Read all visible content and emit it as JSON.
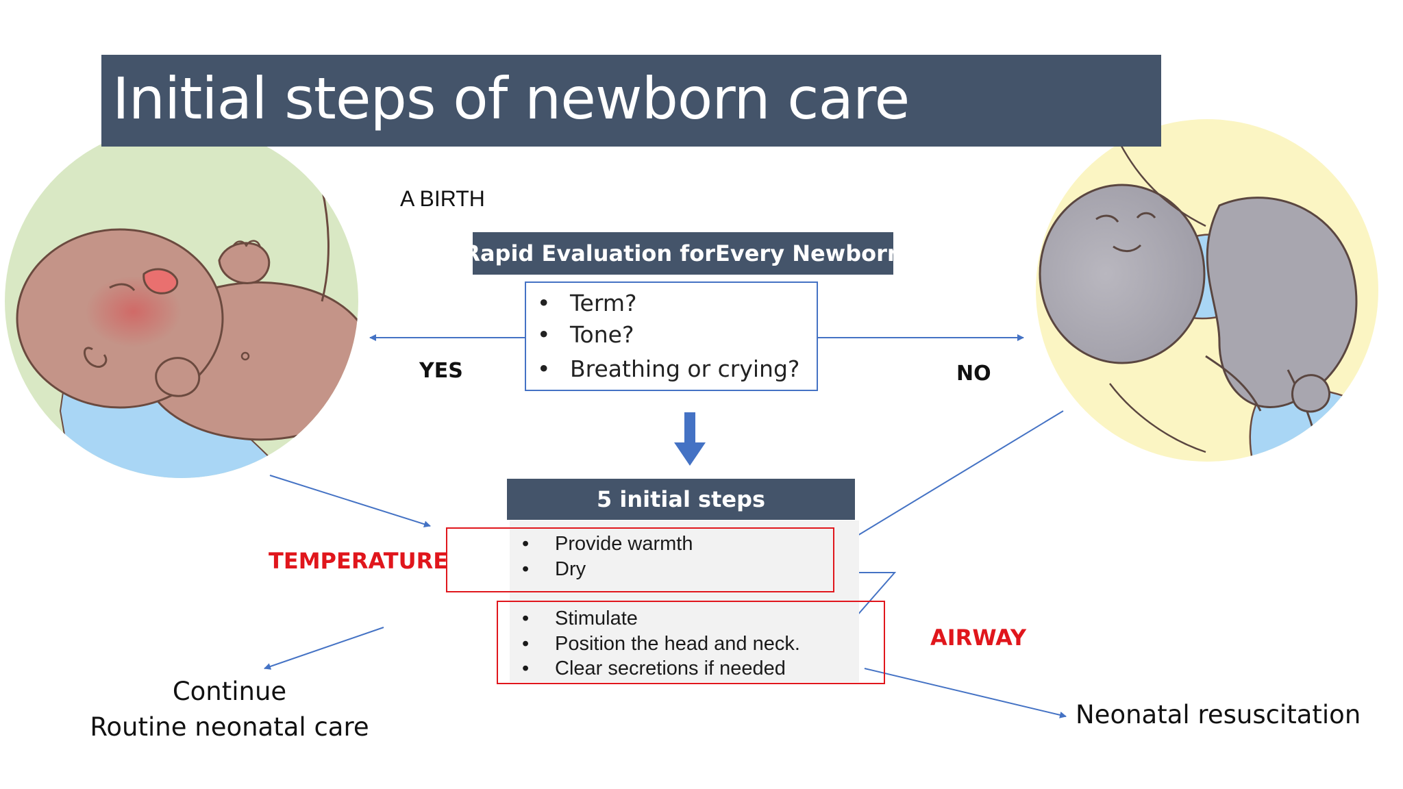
{
  "title": "Initial steps of newborn care",
  "birth_label": "A BIRTH",
  "evaluation": {
    "header": "Rapid Evaluation forEvery Newborn",
    "items": [
      "Term?",
      "Tone?",
      "Breathing or crying?"
    ]
  },
  "bullet": "•",
  "yes_label": "YES",
  "no_label": "NO",
  "steps": {
    "header": "5 initial steps",
    "temperature_items": [
      "Provide warmth",
      "Dry"
    ],
    "airway_items": [
      "Stimulate",
      "Position the head and neck.",
      "Clear secretions if needed"
    ]
  },
  "temperature_label": "TEMPERATURE",
  "airway_label": "AIRWAY",
  "outcomes": {
    "continue_line1": "Continue",
    "continue_line2": "Routine neonatal care",
    "resuscitation": "Neonatal resuscitation"
  },
  "colors": {
    "header_bg": "#44546a",
    "accent_red": "#e0161c",
    "arrow_blue": "#4472c4",
    "left_circle_bg": "#d9e8c4",
    "right_circle_bg": "#fbf5c3"
  }
}
